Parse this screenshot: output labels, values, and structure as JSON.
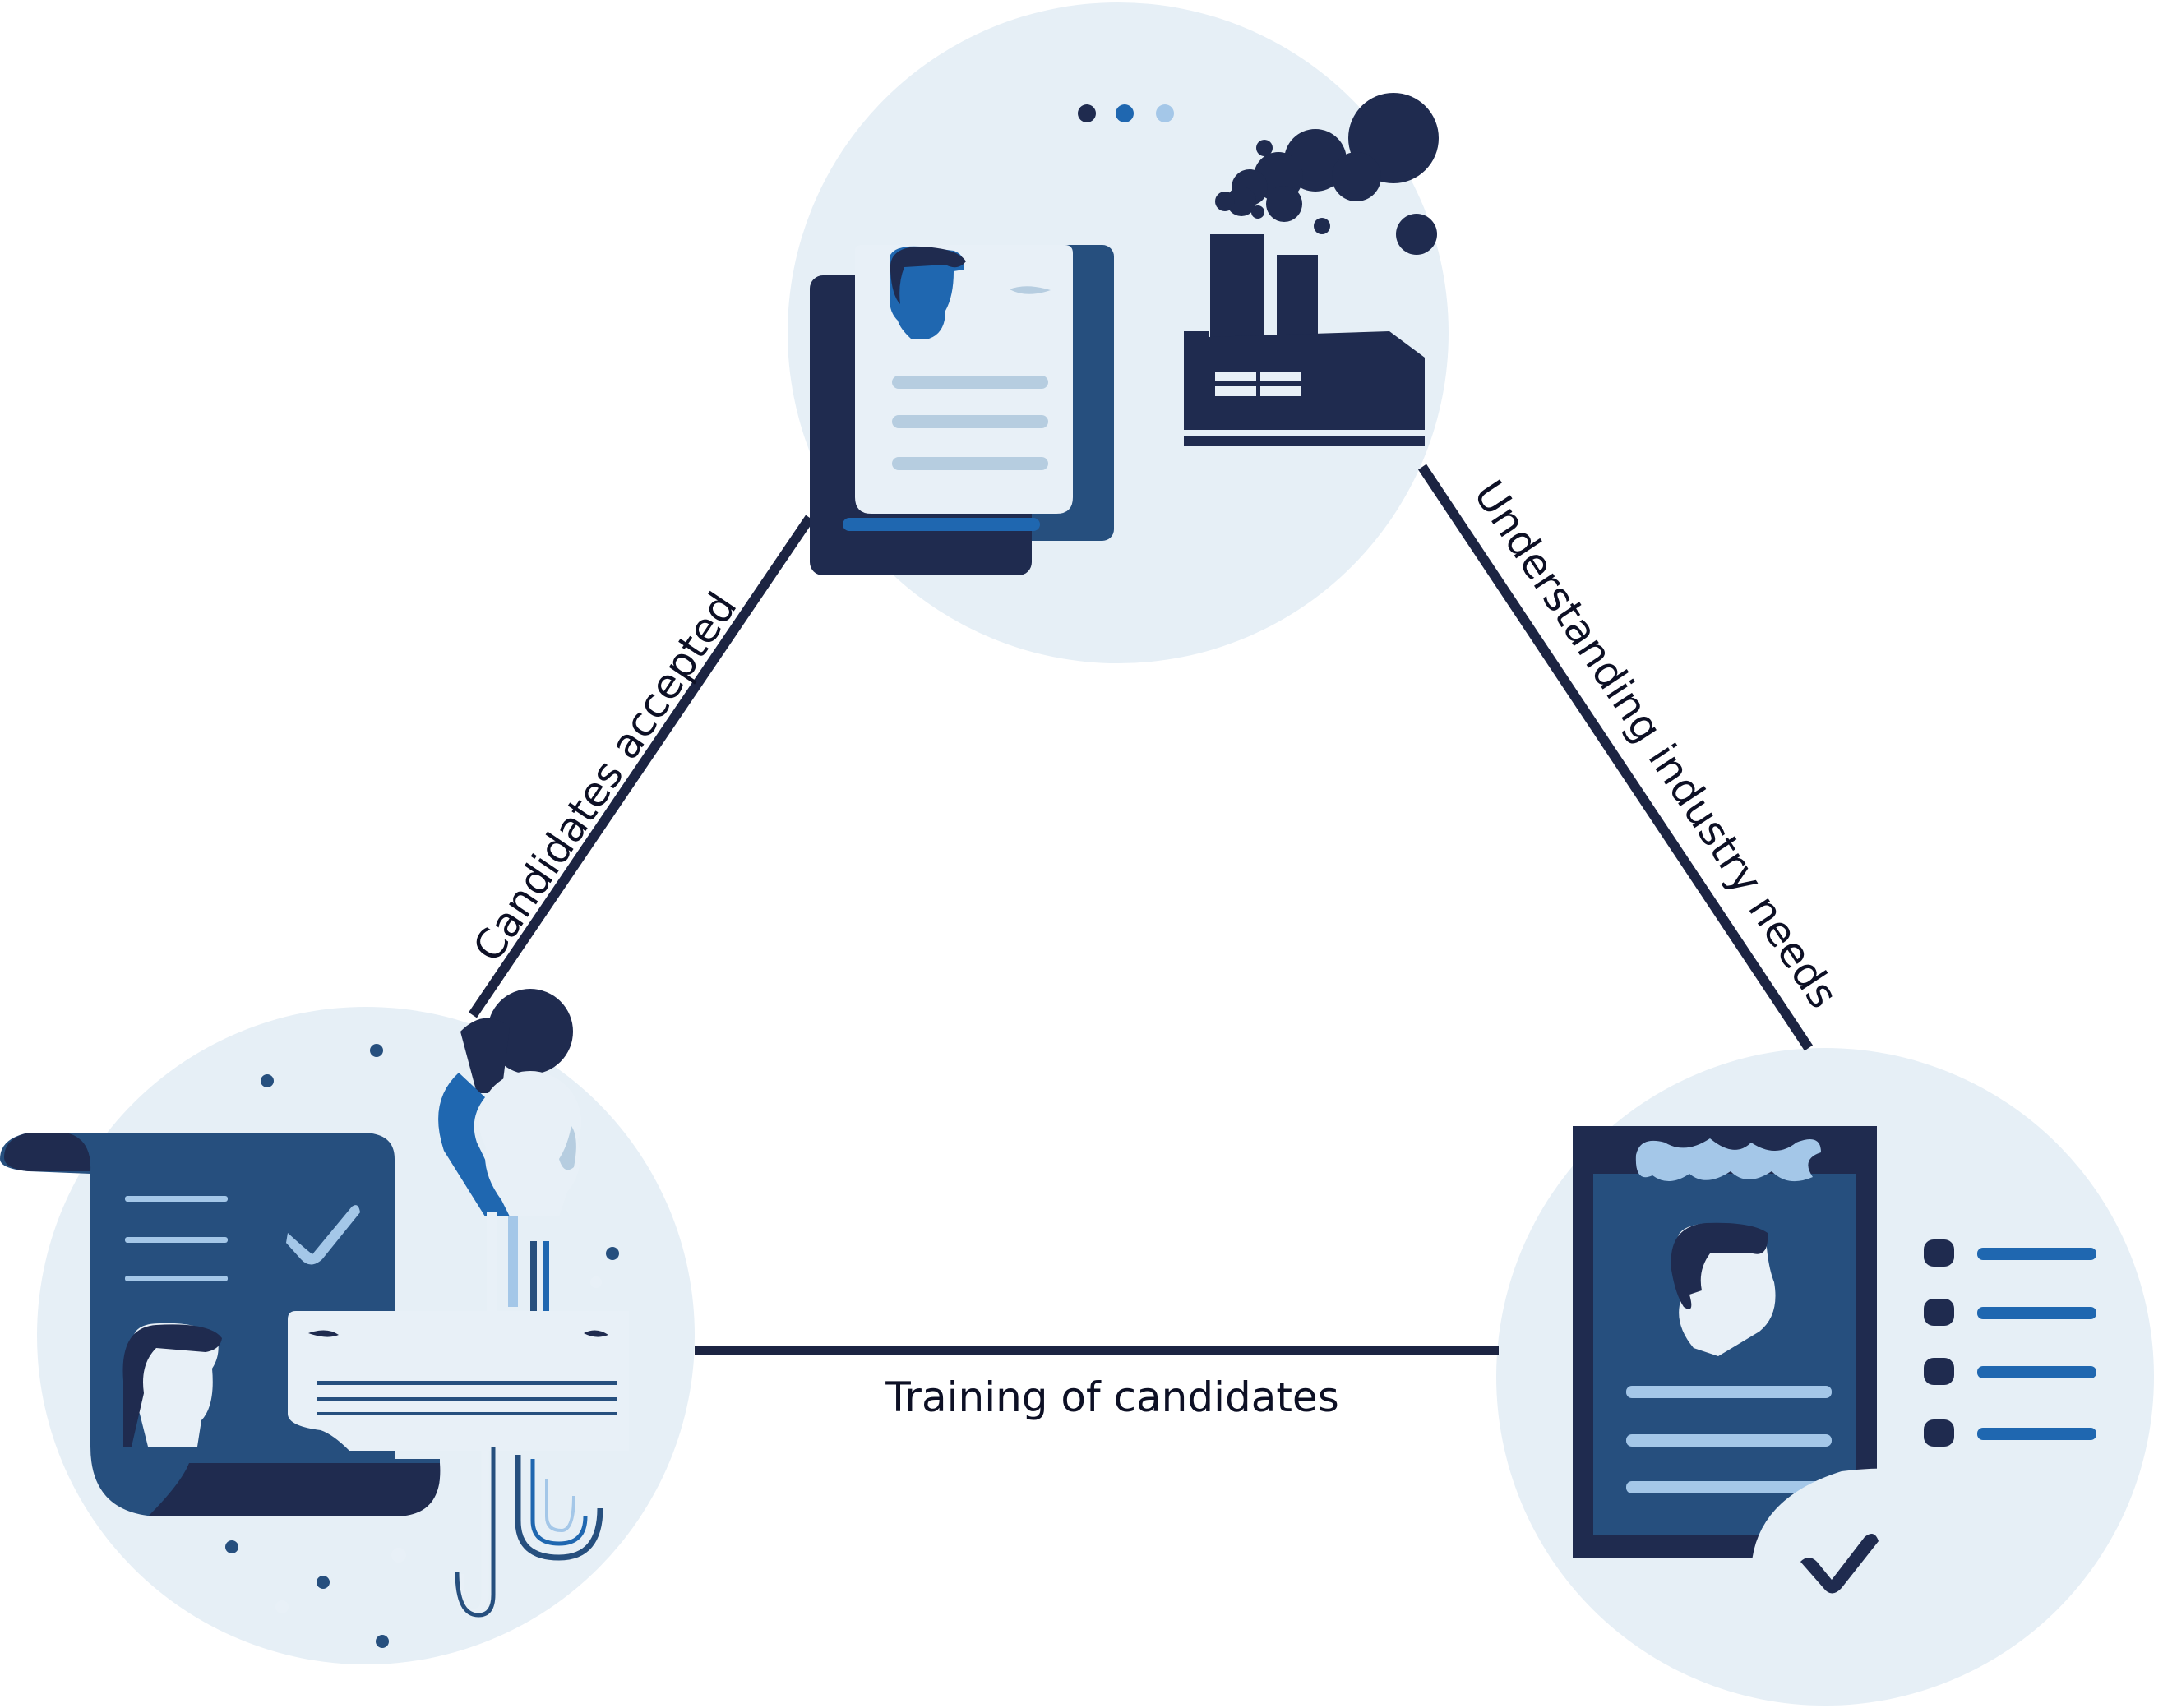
{
  "edges": {
    "left": "Candidates accepted",
    "right": "Understanding industry needs",
    "bottom": "Training of candidates"
  },
  "nodes": {
    "top": {
      "icons": [
        "resume-document-icon",
        "factory-icon",
        "dots-icon"
      ]
    },
    "left": {
      "icons": [
        "resume-scroll-icon",
        "lightbulb-icon",
        "check-icon"
      ]
    },
    "right": {
      "icons": [
        "certificate-document-icon",
        "checklist-icon",
        "check-badge-icon"
      ]
    }
  },
  "colors": {
    "circle_bg": "#e6eff6",
    "navy": "#1f2b4f",
    "mid_blue": "#264f7e",
    "bright_blue": "#1f67b0",
    "light_blue": "#a4c7e8",
    "pale_blue": "#b6cde0",
    "paper": "#e8f0f7",
    "line": "#1c2442"
  }
}
